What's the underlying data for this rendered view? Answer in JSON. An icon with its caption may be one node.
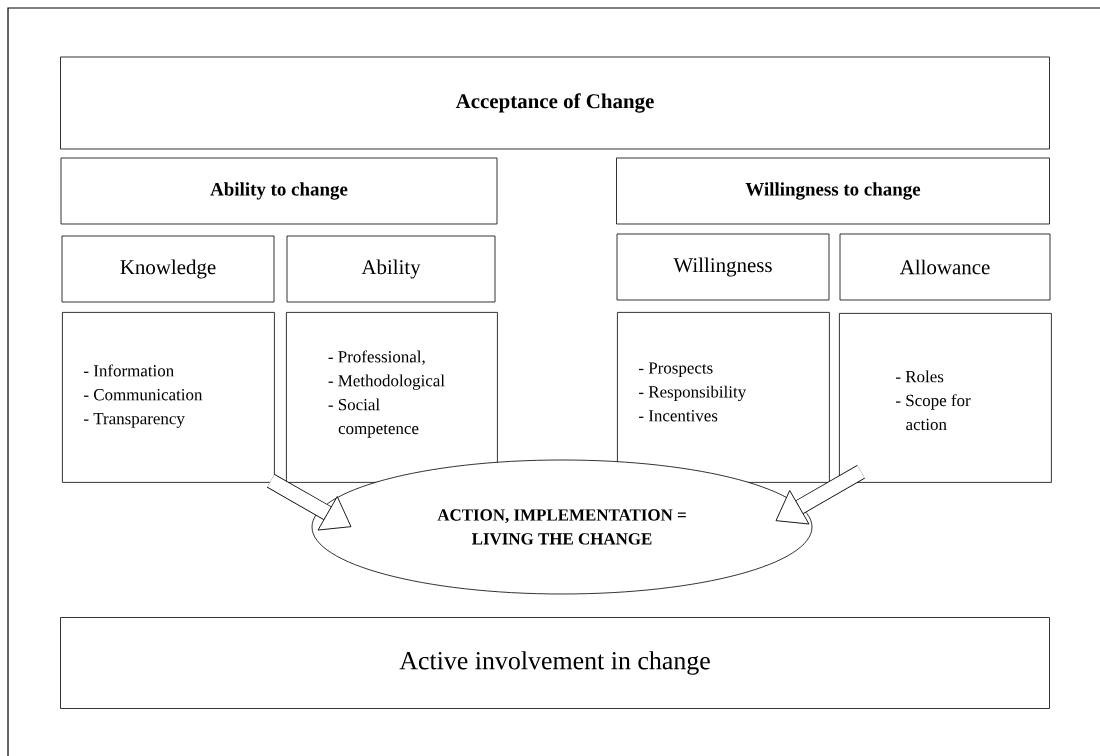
{
  "diagram": {
    "nodes": [
      {
        "text": [
          "Acceptance of Change"
        ]
      },
      {
        "text": [
          "Ability to change"
        ]
      },
      {
        "text": [
          "Willingness to change"
        ]
      },
      {
        "text": [
          "Knowledge"
        ]
      },
      {
        "text": [
          "Ability"
        ]
      },
      {
        "text": [
          "Willingness"
        ]
      },
      {
        "text": [
          "Allowance"
        ]
      },
      {
        "text": [
          "- Information",
          "- Communication",
          "- Transparency"
        ]
      },
      {
        "text": [
          "- Professional,",
          "- Methodological",
          "- Social competence"
        ]
      },
      {
        "text": [
          "- Prospects",
          "- Responsibility",
          "- Incentives"
        ]
      },
      {
        "text": [
          "- Roles",
          "- Scope for action"
        ]
      },
      {
        "text": [
          "ACTION, IMPLEMENTATION = LIVING THE CHANGE"
        ]
      },
      {
        "text": [
          "Active involvement in change"
        ]
      }
    ],
    "edges": [
      {
        "from": 7,
        "to": 11,
        "arrow": "to"
      },
      {
        "from": 10,
        "to": 11,
        "arrow": "to"
      }
    ]
  }
}
